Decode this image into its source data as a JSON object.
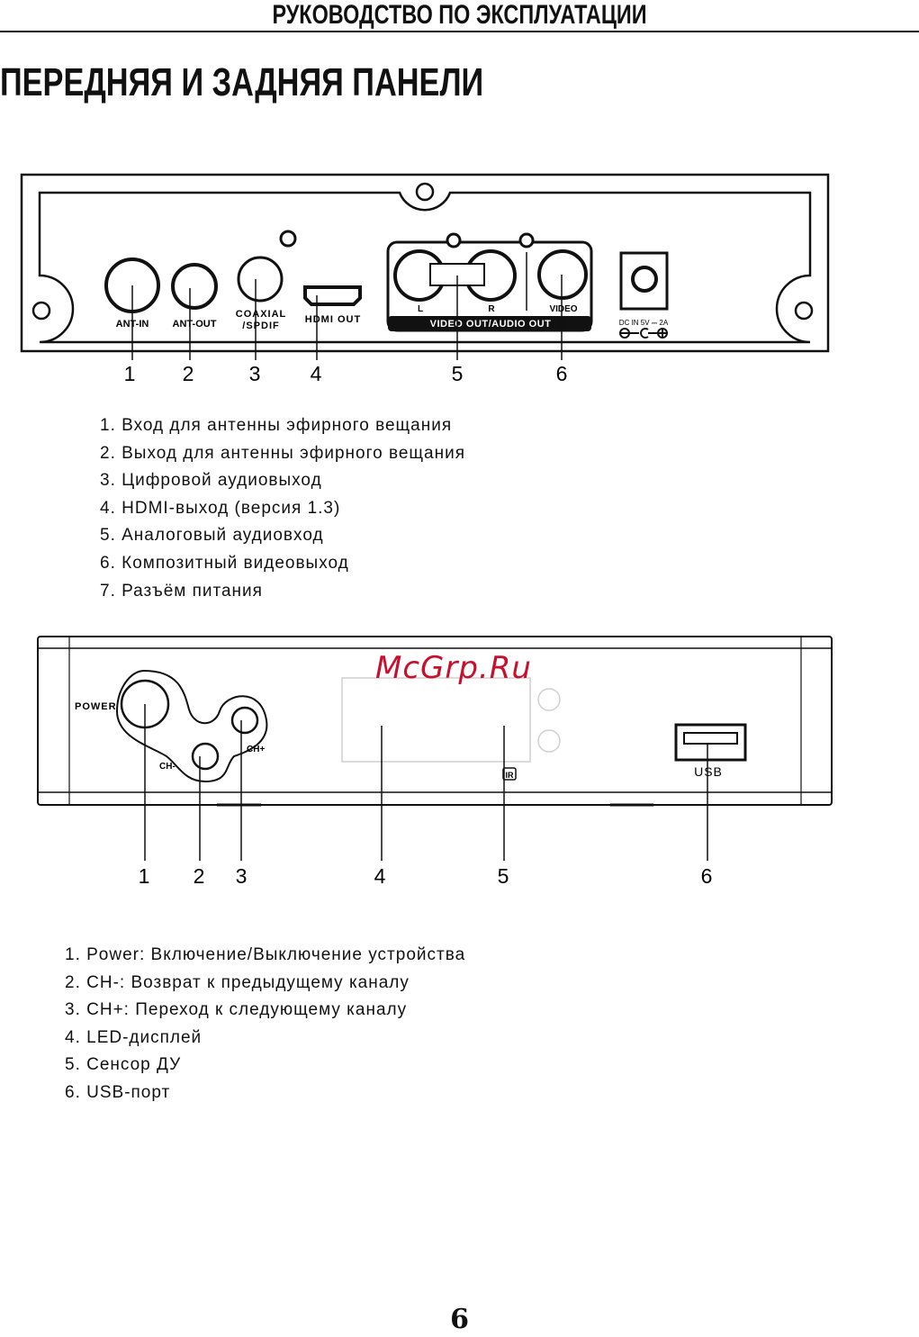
{
  "header": {
    "title": "РУКОВОДСТВО ПО ЭКСПЛУАТАЦИИ"
  },
  "section_title": "ПЕРЕДНЯЯ И ЗАДНЯЯ ПАНЕЛИ",
  "back_panel": {
    "labels": {
      "ant_in": "ANT-IN",
      "ant_out": "ANT-OUT",
      "coaxial_line1": "COAXIAL",
      "coaxial_line2": "/SPDIF",
      "hdmi": "HDMI OUT",
      "l": "L",
      "r": "R",
      "video": "VIDEO",
      "av_band": "VIDEO OUT/AUDIO OUT",
      "dc_in": "DC IN  5V ⎓ 2A"
    },
    "callouts": [
      "1",
      "2",
      "3",
      "4",
      "5",
      "6"
    ],
    "items": [
      "1. Вход для антенны эфирного вещания",
      "2. Выход для антенны эфирного вещания",
      "3. Цифровой аудиовыход",
      "4. HDMI-выход (версия 1.3)",
      "5. Аналоговый аудиовход",
      "6. Композитный видеовыход",
      "7. Разъём питания"
    ]
  },
  "front_panel": {
    "labels": {
      "power": "POWER",
      "ch_minus": "CH-",
      "ch_plus": "CH+",
      "ir": "IR",
      "usb": "USB"
    },
    "callouts": [
      "1",
      "2",
      "3",
      "4",
      "5",
      "6"
    ],
    "items": [
      "1. Power: Включение/Выключение устройства",
      "2. CH-: Возврат к предыдущему каналу",
      "3. CH+: Переход к следующему каналу",
      "4. LED-дисплей",
      "5. Сенсор ДУ",
      "6. USB-порт"
    ]
  },
  "watermark": "McGrp.Ru",
  "page_number": "6"
}
